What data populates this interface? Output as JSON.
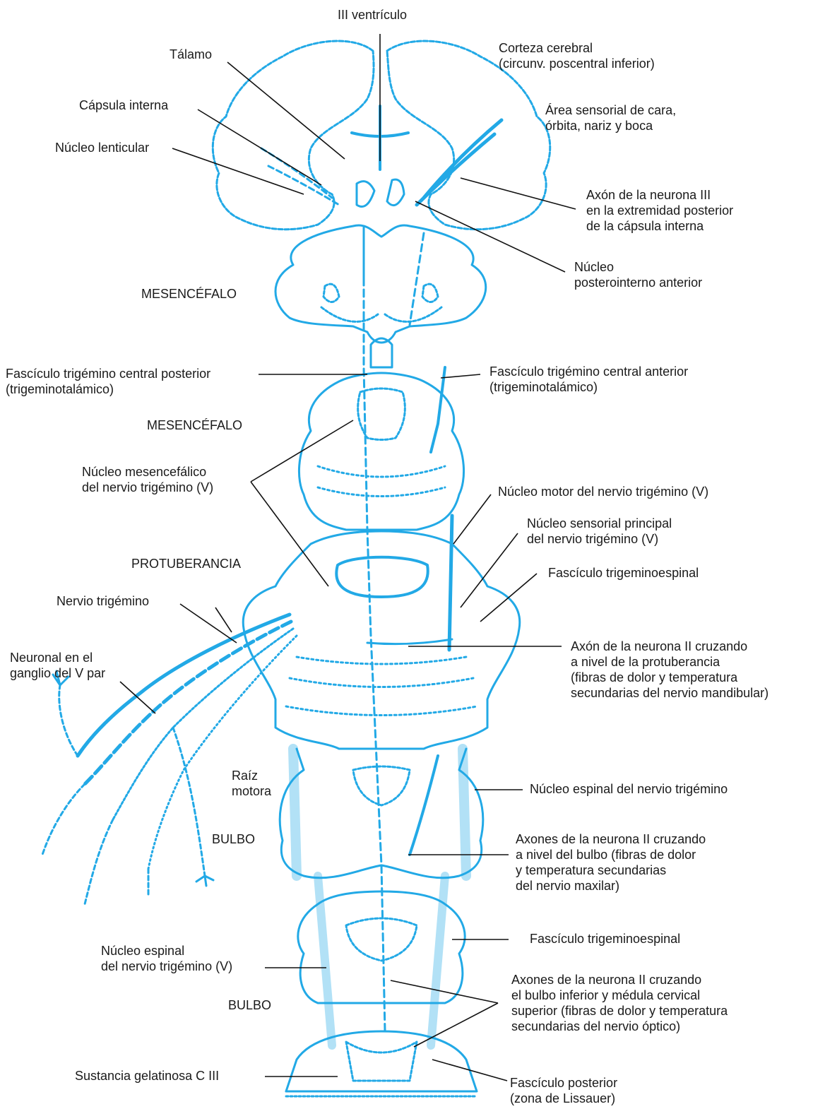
{
  "colors": {
    "structure": "#22a9e6",
    "text": "#1a1a1a",
    "leader": "#111111"
  },
  "labels": {
    "tercer_ventriculo": [
      "III ventrículo"
    ],
    "talamo": [
      "Tálamo"
    ],
    "capsula_interna": [
      "Cápsula interna"
    ],
    "nucleo_lenticular": [
      "Núcleo lenticular"
    ],
    "corteza": [
      "Corteza cerebral",
      "(circunv. poscentral inferior)"
    ],
    "area_sensorial": [
      "Área sensorial de cara,",
      "órbita, nariz y boca"
    ],
    "axon_neurona_iii": [
      "Axón de la neurona III",
      "en la extremidad posterior",
      "de la cápsula interna"
    ],
    "nucleo_posterointerno": [
      "Núcleo",
      "posterointerno anterior"
    ],
    "mesencefalo_1": [
      "MESENCÉFALO"
    ],
    "fasc_central_posterior": [
      "Fascículo trigémino central posterior",
      "(trigeminotalámico)"
    ],
    "fasc_central_anterior": [
      "Fascículo trigémino central anterior",
      "(trigeminotalámico)"
    ],
    "mesencefalo_2": [
      "MESENCÉFALO"
    ],
    "nucleo_mesencefalico": [
      "Núcleo mesencefálico",
      "del nervio trigémino (V)"
    ],
    "nucleo_motor": [
      "Núcleo motor del nervio trigémino (V)"
    ],
    "nucleo_sensorial": [
      "Núcleo sensorial principal",
      "del nervio trigémino (V)"
    ],
    "protuberancia": [
      "PROTUBERANCIA"
    ],
    "fasc_trigeminoespinal_1": [
      "Fascículo trigeminoespinal"
    ],
    "nervio_trigemino": [
      "Nervio trigémino"
    ],
    "axon_neurona_ii_protub": [
      "Axón de la neurona II cruzando",
      "a nivel de la protuberancia",
      "(fibras de dolor y temperatura",
      "secundarias del nervio mandibular)"
    ],
    "neuronal_ganglio": [
      "Neuronal en el",
      "ganglio del V par"
    ],
    "raiz_motora": [
      "Raíz",
      "motora"
    ],
    "nucleo_espinal_1": [
      "Núcleo espinal del nervio trigémino"
    ],
    "bulbo_1": [
      "BULBO"
    ],
    "axones_neurona_ii_bulbo": [
      "Axones de la neurona II cruzando",
      "a nivel del bulbo (fibras de dolor",
      "y temperatura secundarias",
      "del nervio maxilar)"
    ],
    "fasc_trigeminoespinal_2": [
      "Fascículo trigeminoespinal"
    ],
    "nucleo_espinal_2": [
      "Núcleo espinal",
      "del nervio trigémino (V)"
    ],
    "bulbo_2": [
      "BULBO"
    ],
    "axones_neurona_ii_bulbo_inf": [
      "Axones de la neurona II cruzando",
      "el bulbo inferior y médula cervical",
      "superior (fibras de dolor y temperatura",
      "secundarias del nervio óptico)"
    ],
    "sustancia_gelatinosa": [
      "Sustancia gelatinosa C III"
    ],
    "fasc_posterior": [
      "Fascículo posterior",
      "(zona de Lissauer)"
    ]
  }
}
